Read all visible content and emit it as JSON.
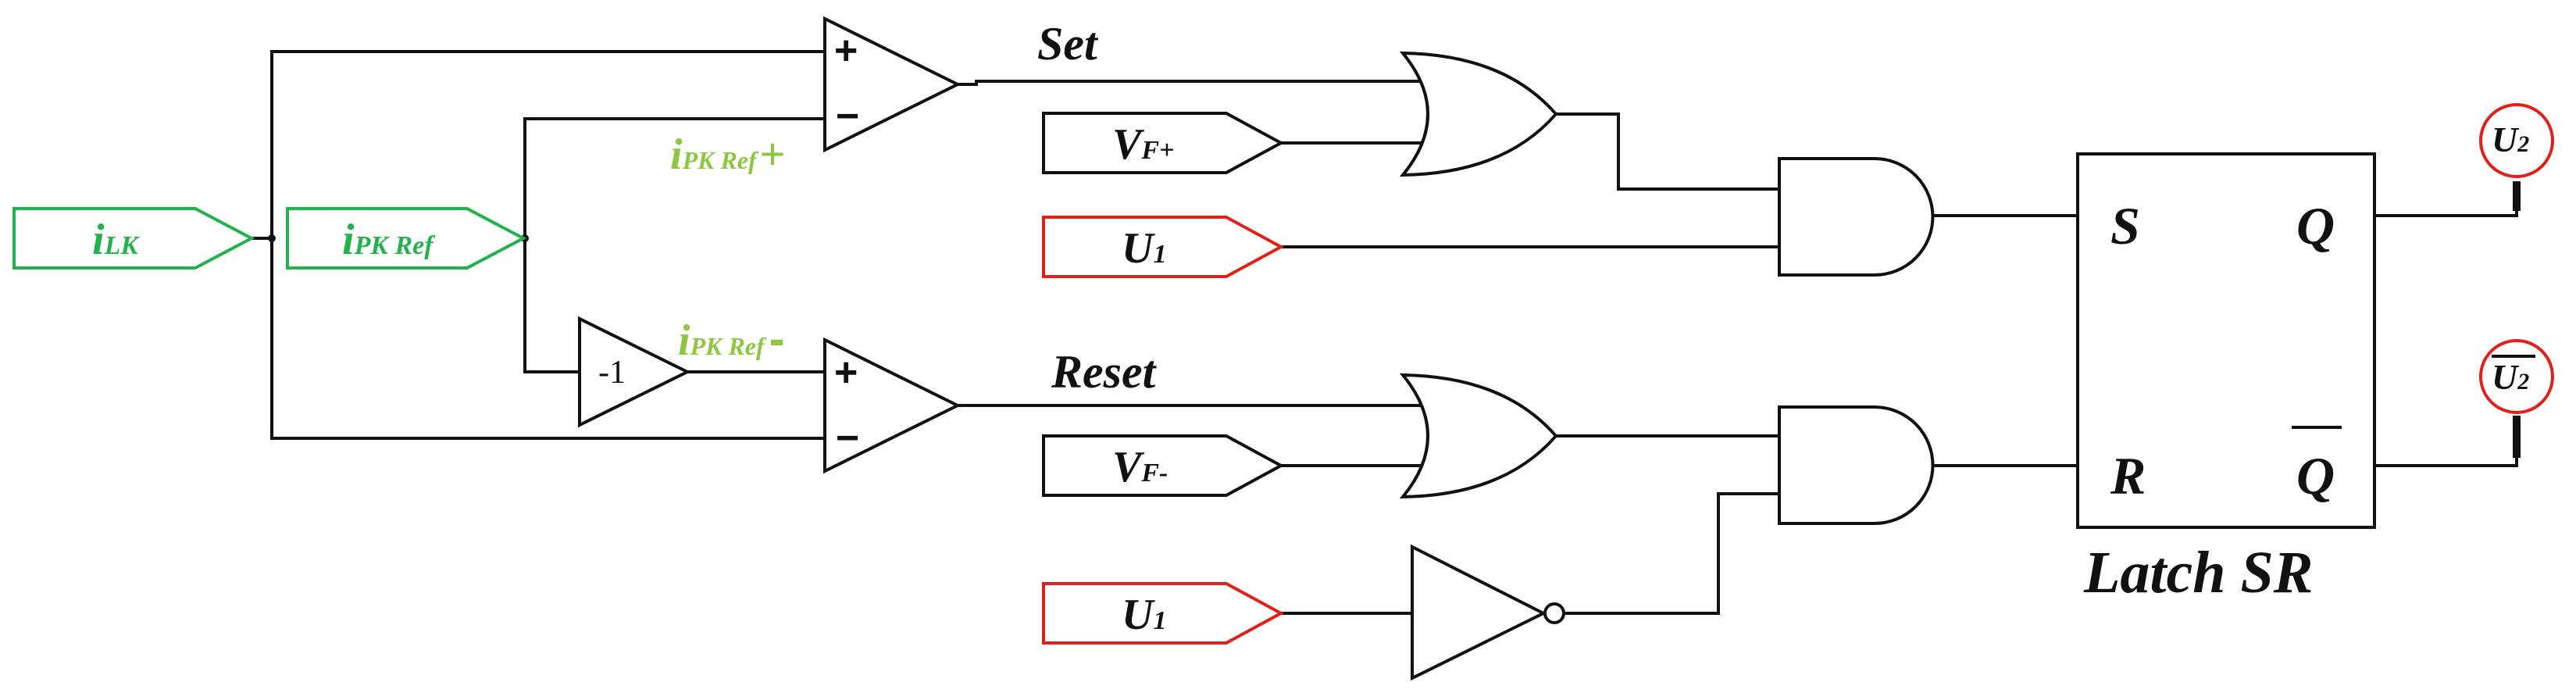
{
  "colors": {
    "signal_green": "#22b24c",
    "annotation_green": "#8dc63f",
    "fault_red": "#e0201b",
    "line": "#111111"
  },
  "inputs": {
    "ilk": {
      "main": "i",
      "sub": "LK"
    },
    "ipk_ref": {
      "main": "i",
      "sub": "PK Ref"
    },
    "vf_plus": {
      "main": "V",
      "sub": "F+"
    },
    "vf_minus": {
      "main": "V",
      "sub": "F-"
    },
    "u1_top": {
      "main": "U",
      "sub": "1"
    },
    "u1_bottom": {
      "main": "U",
      "sub": "1"
    }
  },
  "annotations": {
    "ipk_plus": {
      "main": "i",
      "sub": "PK Ref",
      "sign": "+"
    },
    "ipk_minus": {
      "main": "i",
      "sub": "PK Ref",
      "sign": "-"
    },
    "set": "Set",
    "reset": "Reset"
  },
  "comparators": {
    "plus_sign": "+",
    "minus_sign": "−"
  },
  "gain": {
    "label": "-1"
  },
  "latch": {
    "title": "Latch SR",
    "s": "S",
    "r": "R",
    "q": "Q",
    "qbar": "Q"
  },
  "outputs": {
    "u2": {
      "main": "U",
      "sub": "2"
    },
    "u2bar": {
      "main": "U",
      "sub": "2"
    }
  }
}
